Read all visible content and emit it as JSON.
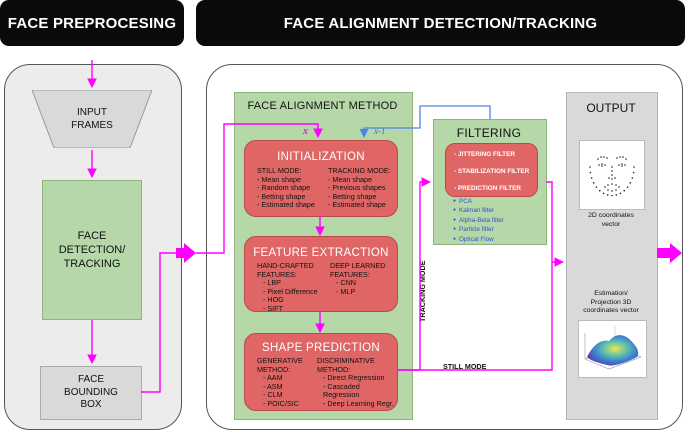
{
  "headers": {
    "preprocessing": "FACE PREPROCESING",
    "alignment": "FACE ALIGNMENT DETECTION/TRACKING"
  },
  "preprocessing": {
    "input_frames_line1": "INPUT",
    "input_frames_line2": "FRAMES",
    "detection_line1": "FACE",
    "detection_line2": "DETECTION/",
    "detection_line3": "TRACKING",
    "bbox_line1": "FACE",
    "bbox_line2": "BOUNDING",
    "bbox_line3": "BOX"
  },
  "method": {
    "title": "FACE ALIGNMENT METHOD",
    "x_symbol": "x",
    "xt1_symbol": "x-1",
    "initialization": {
      "title": "INITIALIZATION",
      "still_header": "STILL MODE:",
      "still_items": [
        "- Mean shape",
        "- Random shape",
        "- Betting shape",
        "- Estimated shape"
      ],
      "tracking_header": "TRACKING  MODE:",
      "tracking_items": [
        "- Mean shape",
        "- Previous shapes",
        "- Betting shape",
        "- Estimated shape"
      ]
    },
    "feature_extraction": {
      "title": "FEATURE EXTRACTION",
      "hand_header1": "HAND-CRAFTED",
      "hand_header2": "FEATURES:",
      "hand_items": [
        "- LBP",
        "- Pixel Difference",
        "- HOG",
        "- SIFT"
      ],
      "deep_header1": "DEEP LEARNED",
      "deep_header2": "FEATURES:",
      "deep_items": [
        "- CNN",
        "- MLP"
      ]
    },
    "shape_prediction": {
      "title": "SHAPE PREDICTION",
      "gen_header1": "GENERATIVE",
      "gen_header2": "METHOD:",
      "gen_items": [
        "- AAM",
        "- ASM",
        "- CLM",
        "- POIC/SIC"
      ],
      "disc_header1": "DISCRIMINATIVE",
      "disc_header2": "METHOD:",
      "disc_items": [
        "- Direct Regression",
        "- Cascaded Regression",
        "- Deep Learning Regr."
      ]
    }
  },
  "filtering": {
    "title": "FILTERING",
    "filters": [
      "- JITTERING FILTER",
      "- STABILIZATION FILTER",
      "- PREDICTION FILTER"
    ],
    "techniques": [
      "PCA",
      "Kalman filter",
      "Alpha-Beta filter",
      "Particle filter",
      "Optical Flow"
    ]
  },
  "modes": {
    "tracking": "TRACKING MODE",
    "still": "STILL MODE"
  },
  "output": {
    "title": "OUTPUT",
    "coords2d_line1": "2D coordinates",
    "coords2d_line2": "vector",
    "coords3d_line1": "Estimation/",
    "coords3d_line2": "Projection 3D",
    "coords3d_line3": "coordinates vector"
  },
  "colors": {
    "arrow_magenta": "#ff00ff",
    "arrow_blue": "#4a86e8",
    "green": "#b6d7a8",
    "red": "#e06666",
    "gray": "#d9d9d9",
    "header_bg": "#0a0a0a"
  }
}
